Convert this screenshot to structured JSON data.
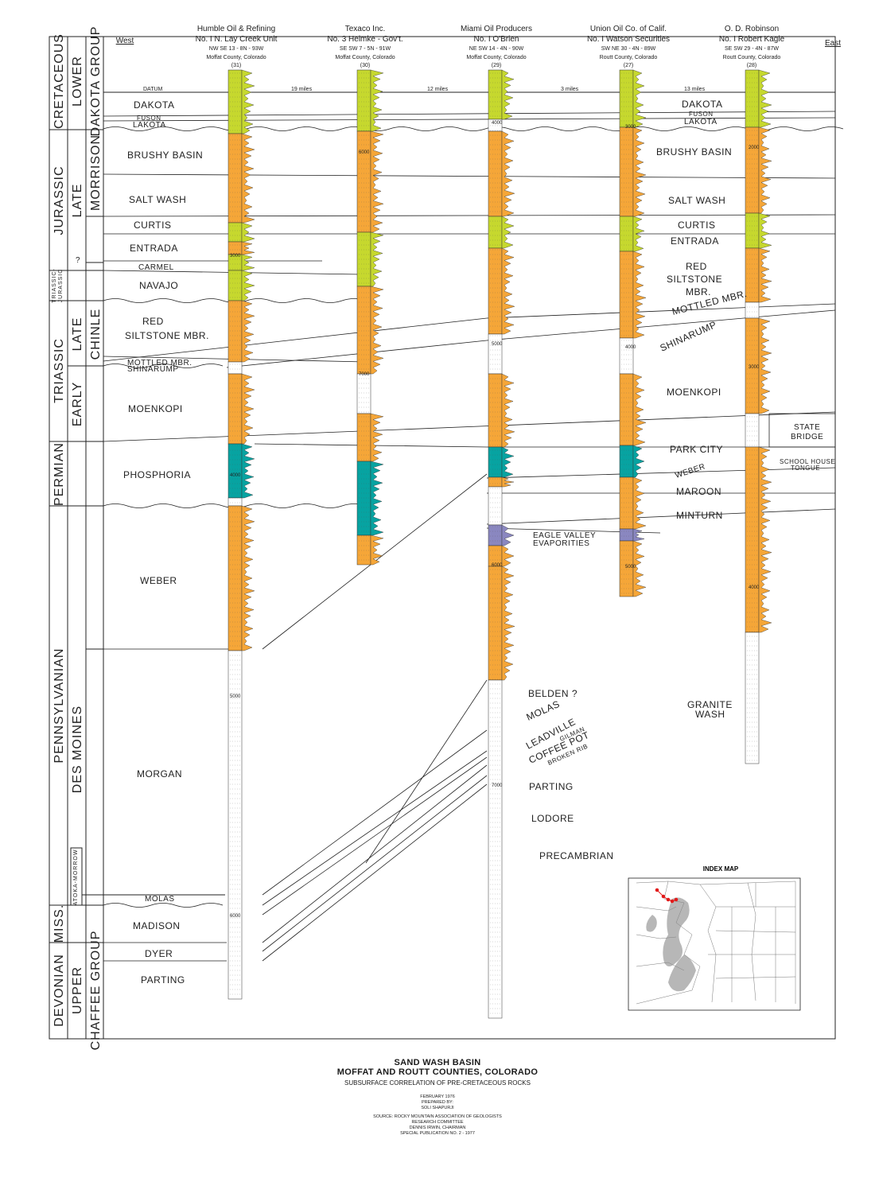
{
  "compass": {
    "west": "West",
    "east": "East"
  },
  "wells": [
    {
      "line1": "Humble Oil & Refining",
      "line2": "No. I N. Lay Creek Unit",
      "loc": "NW SE 13 - 8N - 93W",
      "county": "Moffat County, Colorado",
      "num": "(31)"
    },
    {
      "line1": "Texaco Inc.",
      "line2": "No. 3 Helmke - Gov't.",
      "loc": "SE SW 7 - 5N - 91W",
      "county": "Moffat County, Colorado",
      "num": "(30)"
    },
    {
      "line1": "Miami Oil Producers",
      "line2": "No. I O'Brien",
      "loc": "NE SW 14 - 4N - 90W",
      "county": "Moffat County, Colorado",
      "num": "(29)"
    },
    {
      "line1": "Union Oil Co. of Calif.",
      "line2": "No. I Watson Securities",
      "loc": "SW NE 30 - 4N - 89W",
      "county": "Routt County, Colorado",
      "num": "(27)"
    },
    {
      "line1": "O. D. Robinson",
      "line2": "No. I Robert Kagie",
      "loc": "SE SW 29 - 4N - 87W",
      "county": "Routt County, Colorado",
      "num": "(28)"
    }
  ],
  "distances": {
    "datum": "DATUM",
    "d1": "19 miles",
    "d2": "12 miles",
    "d3": "3 miles",
    "d4": "13 miles"
  },
  "eras": {
    "cretaceous": "CRETACEOUS",
    "jurassic": "JURASSIC",
    "triassic_jurassic_1": "TRIASSIC-",
    "triassic_jurassic_2": "JURASSIC",
    "triassic": "TRIASSIC",
    "permian": "PERMIAN",
    "pennsylvanian": "PENNSYLVANIAN",
    "miss": "MISS.",
    "devonian": "DEVONIAN"
  },
  "epochs": {
    "lower": "LOWER",
    "late_j": "LATE",
    "late_t": "LATE",
    "early": "EARLY",
    "des_moines": "DES MOINES",
    "upper": "UPPER"
  },
  "groups": {
    "dakota_group": "DAKOTA GROUP",
    "morrison": "MORRISON",
    "chinle": "CHINLE",
    "atoka_morrow": "ATOKA-MORROW",
    "chaffee_group": "CHAFFEE GROUP"
  },
  "units_left": {
    "dakota": "DAKOTA",
    "fuson": "FUSON",
    "lakota": "LAKOTA",
    "brushy_basin": "BRUSHY BASIN",
    "salt_wash": "SALT WASH",
    "curtis": "CURTIS",
    "entrada": "ENTRADA",
    "carmel": "CARMEL",
    "navajo": "NAVAJO",
    "red_siltstone_1": "RED",
    "red_siltstone_2": "SILTSTONE MBR.",
    "mottled": "MOTTLED MBR.",
    "shinarump": "SHINARUMP",
    "moenkopi": "MOENKOPI",
    "phosphoria": "PHOSPHORIA",
    "weber": "WEBER",
    "morgan": "MORGAN",
    "molas": "MOLAS",
    "madison": "MADISON",
    "dyer": "DYER",
    "parting": "PARTING",
    "question": "?"
  },
  "units_right": {
    "dakota": "DAKOTA",
    "fuson": "FUSON",
    "lakota": "LAKOTA",
    "brushy_basin": "BRUSHY BASIN",
    "salt_wash": "SALT WASH",
    "curtis": "CURTIS",
    "entrada": "ENTRADA",
    "red_1": "RED",
    "red_2": "SILTSTONE",
    "red_3": "MBR.",
    "mottled": "MOTTLED MBR.",
    "shinarump": "SHINARUMP",
    "moenkopi": "MOENKOPI",
    "state_1": "STATE",
    "state_2": "BRIDGE",
    "park_city": "PARK CITY",
    "weber": "WEBER",
    "school_1": "SCHOOL HOUSE",
    "school_2": "TONGUE",
    "maroon": "MAROON",
    "minturn": "MINTURN",
    "granite_1": "GRANITE",
    "granite_2": "WASH"
  },
  "units_mid": {
    "eagle_1": "EAGLE VALLEY",
    "eagle_2": "EVAPORITIES",
    "belden": "BELDEN ?",
    "molas": "MOLAS",
    "leadville": "LEADVILLE",
    "gilman": "GILMAN",
    "coffee_pot": "COFFEE POT",
    "broken_rib": "BROKEN RIB",
    "parting": "PARTING",
    "lodore": "LODORE",
    "precambrian": "PRECAMBRIAN"
  },
  "depths": [
    "3000",
    "4000",
    "5000",
    "6000",
    "6000",
    "7000",
    "4000",
    "5000",
    "6000",
    "7000",
    "3000",
    "4000",
    "5000",
    "2000",
    "3000",
    "4000"
  ],
  "index_map": {
    "title": "INDEX MAP"
  },
  "footer": {
    "title": "SAND WASH BASIN",
    "subtitle": "MOFFAT AND ROUTT COUNTIES, COLORADO",
    "caption": "SUBSURFACE CORRELATION OF PRE-CRETACEOUS ROCKS",
    "date": "FEBRUARY 1976",
    "prepared_by": "PREPARED BY:",
    "author": "SOLI SHAPURJI",
    "source": "SOURCE: ROCKY MOUNTAIN ASSOCIATION OF GEOLOGISTS",
    "committee": "RESEARCH COMMITTEE",
    "chairman": "DENNIS IRWIN, CHAIRMAN",
    "publication": "SPECIAL PUBLICATION NO. 2 - 1977"
  },
  "colors": {
    "sand": "#f5a638",
    "green": "#c6d82e",
    "teal": "#07a3a1",
    "purple": "#8a87c0",
    "line": "#1a1a1a"
  }
}
